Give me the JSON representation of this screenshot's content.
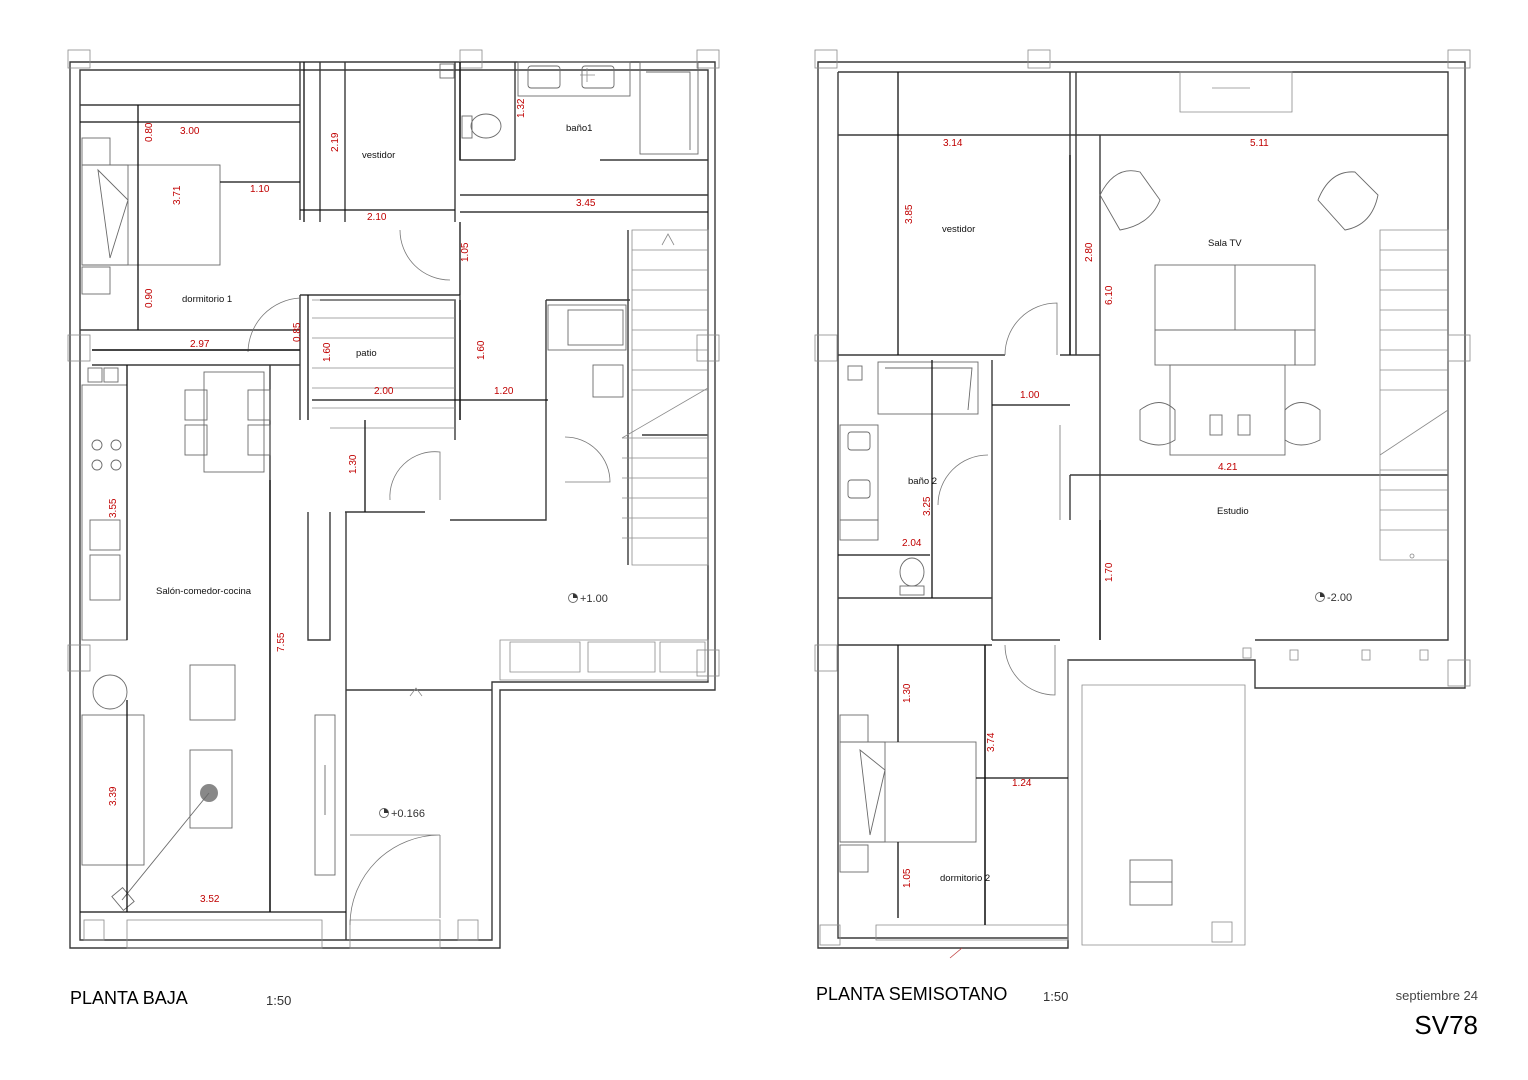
{
  "plans": [
    {
      "title": "PLANTA BAJA",
      "scale": "1:50",
      "rooms": [
        {
          "name": "dormitorio 1"
        },
        {
          "name": "vestidor"
        },
        {
          "name": "baño1"
        },
        {
          "name": "patio"
        },
        {
          "name": "Salón-comedor-cocina"
        }
      ],
      "levels": [
        "+1.00",
        "+0.166"
      ],
      "dimensions": [
        "0.80",
        "3.00",
        "3.71",
        "1.10",
        "0.90",
        "2.97",
        "2.19",
        "2.10",
        "1.32",
        "3.45",
        "1.05",
        "0.85",
        "1.60",
        "1.60",
        "2.00",
        "1.20",
        "1.30",
        "3.55",
        "7.55",
        "3.39",
        "3.52"
      ]
    },
    {
      "title": "PLANTA SEMISOTANO",
      "scale": "1:50",
      "rooms": [
        {
          "name": "vestidor"
        },
        {
          "name": "Sala TV"
        },
        {
          "name": "baño 2"
        },
        {
          "name": "Estudio"
        },
        {
          "name": "dormitorio 2"
        }
      ],
      "levels": [
        "-2.00"
      ],
      "dimensions": [
        "3.14",
        "5.11",
        "3.85",
        "2.80",
        "6.10",
        "1.00",
        "4.21",
        "3.25",
        "2.04",
        "1.70",
        "1.30",
        "3.74",
        "1.24",
        "1.05"
      ]
    }
  ],
  "sheet": {
    "date": "septiembre 24",
    "code": "SV78"
  }
}
